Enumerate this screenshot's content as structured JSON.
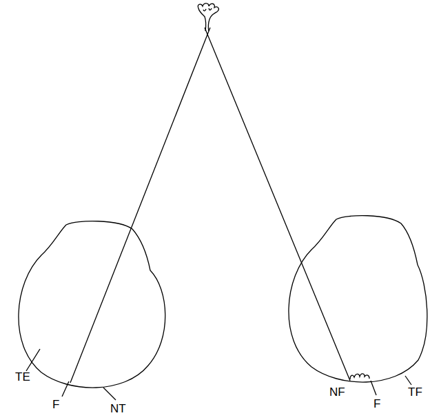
{
  "diagram": {
    "labels": [
      "TE",
      "F",
      "NT",
      "NF",
      "F",
      "TF"
    ]
  }
}
